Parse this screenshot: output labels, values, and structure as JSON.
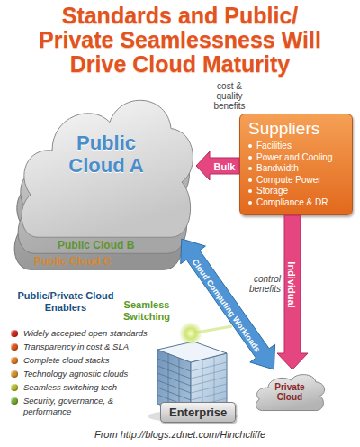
{
  "diagram": {
    "title": "Standards and Public/ Private Seamlessness Will Drive Cloud Maturity",
    "caption": "From http://blogs.zdnet.com/Hinchcliffe",
    "nodes": [
      {
        "text": [
          "Public Cloud A"
        ]
      },
      {
        "text": [
          "Public Cloud B"
        ]
      },
      {
        "text": [
          "Public Cloud C"
        ]
      },
      {
        "text": [
          "Suppliers",
          "Facilities",
          "Power and Cooling",
          "Bandwidth",
          "Compute Power",
          "Storage",
          "Compliance & DR"
        ]
      },
      {
        "text": [
          "Private Cloud"
        ]
      },
      {
        "text": [
          "Enterprise"
        ]
      }
    ],
    "edges": [
      {
        "from": 3,
        "to": 0,
        "label": "Bulk",
        "arrow": "to"
      },
      {
        "from": 3,
        "to": 4,
        "label": "Individual",
        "arrow": "to"
      },
      {
        "from": 0,
        "to": 4,
        "label": "Cloud Computing Workloads",
        "arrow": "both"
      }
    ],
    "labels": [
      "cost & quality benefits",
      "control benefits",
      "Seamless Switching",
      "Public/Private Cloud Enablers"
    ],
    "legend": [
      {
        "text": "Widely accepted open standards",
        "color": "#d42a1e"
      },
      {
        "text": "Transparency in cost & SLA",
        "color": "#e0561e"
      },
      {
        "text": "Complete cloud stacks",
        "color": "#e27d22"
      },
      {
        "text": "Technology agnostic clouds",
        "color": "#d8902c"
      },
      {
        "text": "Seamless switching tech",
        "color": "#b9bb2c"
      },
      {
        "text": "Security, governance, & performance",
        "color": "#72ad32"
      }
    ]
  }
}
